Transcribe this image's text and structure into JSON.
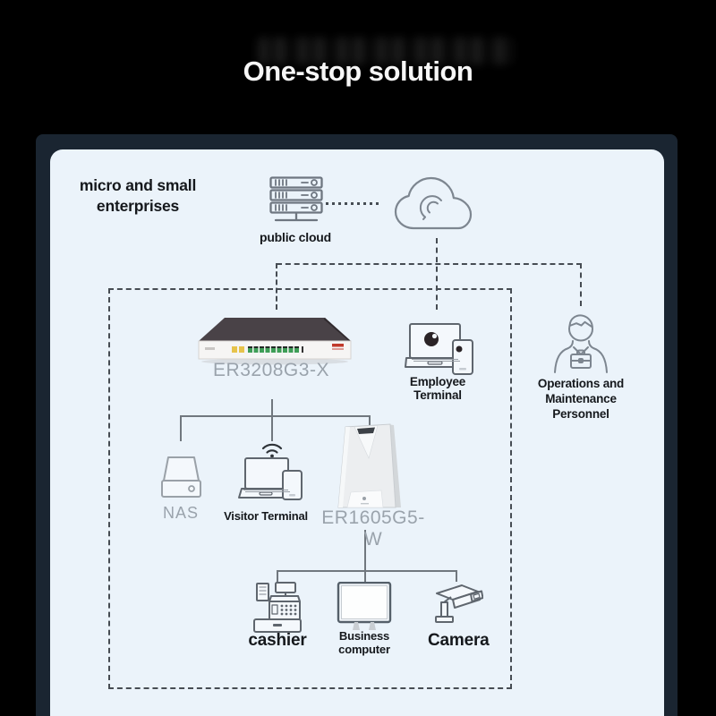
{
  "title": "One-stop solution",
  "diagram": {
    "enterprise": {
      "line1": "micro and small",
      "line2": "enterprises"
    },
    "nodes": {
      "public_cloud": {
        "label": "public cloud",
        "icon": "server-stack-icon"
      },
      "cloud": {
        "icon": "cloud-icon"
      },
      "router": {
        "label": "ER3208G3-X",
        "icon": "rack-router-image"
      },
      "employee_terminal": {
        "label": "Employee Terminal",
        "icon": "laptop-phone-icon"
      },
      "personnel": {
        "line1": "Operations and Maintenance",
        "line2": "Personnel",
        "icon": "person-briefcase-icon"
      },
      "nas": {
        "label": "NAS",
        "icon": "nas-box-icon"
      },
      "visitor_terminal": {
        "label": "Visitor Terminal",
        "icon": "laptop-phone-wifi-icon"
      },
      "ap": {
        "label": "ER1605G5-W",
        "icon": "wireless-router-image"
      },
      "cashier": {
        "label": "cashier",
        "icon": "cash-register-icon"
      },
      "business_computer": {
        "label": "Business computer",
        "icon": "monitor-icon"
      },
      "camera": {
        "label": "Camera",
        "icon": "cctv-camera-icon"
      }
    }
  },
  "colors": {
    "page_bg": "#000000",
    "panel_dark": "#1a2531",
    "panel_light": "#ebf3fa",
    "text_dark": "#15181c",
    "text_gray": "#9aa3ac",
    "line_gray": "#464c53",
    "accent_red": "#c0392b",
    "port_yellow": "#e7c34b",
    "port_green": "#3f9e57"
  }
}
